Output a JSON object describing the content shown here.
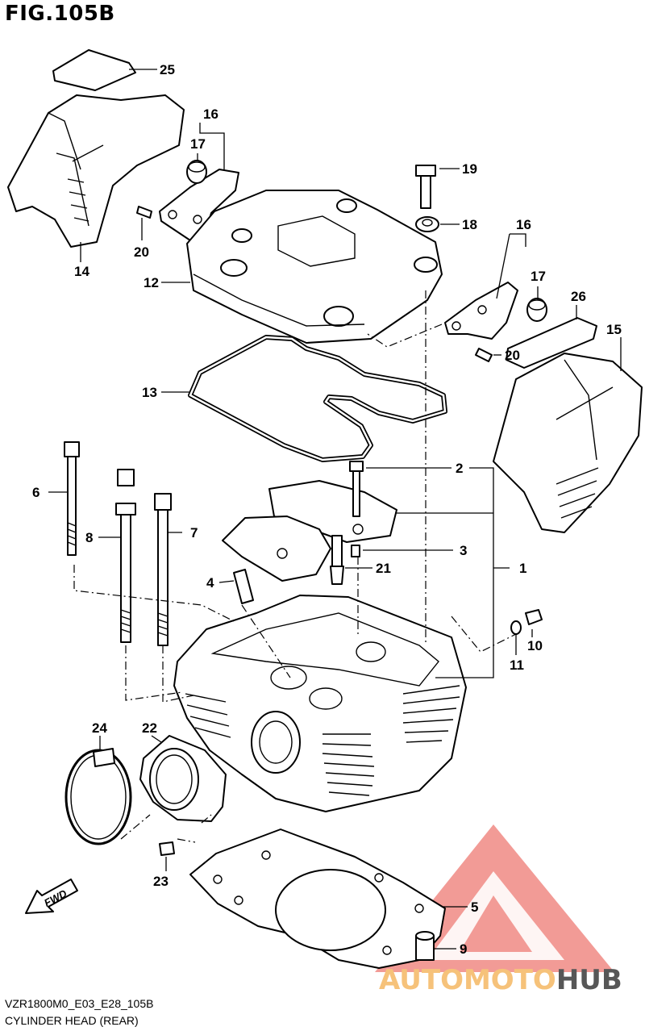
{
  "figure": {
    "title": "FIG.105B",
    "model_code": "VZR1800M0_E03_E28_105B",
    "caption": "CYLINDER HEAD (REAR)"
  },
  "callouts": [
    {
      "key": "c25",
      "label": "25"
    },
    {
      "key": "c16a",
      "label": "16"
    },
    {
      "key": "c17a",
      "label": "17"
    },
    {
      "key": "c19",
      "label": "19"
    },
    {
      "key": "c18",
      "label": "18"
    },
    {
      "key": "c16b",
      "label": "16"
    },
    {
      "key": "c17b",
      "label": "17"
    },
    {
      "key": "c26",
      "label": "26"
    },
    {
      "key": "c15",
      "label": "15"
    },
    {
      "key": "c14",
      "label": "14"
    },
    {
      "key": "c20a",
      "label": "20"
    },
    {
      "key": "c12",
      "label": "12"
    },
    {
      "key": "c20b",
      "label": "20"
    },
    {
      "key": "c13",
      "label": "13"
    },
    {
      "key": "c2",
      "label": "2"
    },
    {
      "key": "c6",
      "label": "6"
    },
    {
      "key": "c8",
      "label": "8"
    },
    {
      "key": "c7",
      "label": "7"
    },
    {
      "key": "c3",
      "label": "3"
    },
    {
      "key": "c1",
      "label": "1"
    },
    {
      "key": "c4",
      "label": "4"
    },
    {
      "key": "c21",
      "label": "21"
    },
    {
      "key": "c10",
      "label": "10"
    },
    {
      "key": "c11",
      "label": "11"
    },
    {
      "key": "c24",
      "label": "24"
    },
    {
      "key": "c22",
      "label": "22"
    },
    {
      "key": "c23",
      "label": "23"
    },
    {
      "key": "c5",
      "label": "5"
    },
    {
      "key": "c9",
      "label": "9"
    }
  ],
  "fwd_arrow": {
    "label": "FWD"
  },
  "watermark": {
    "text_part1": "AUTOMOTO",
    "text_part2": "HUB",
    "colors": {
      "triangle": "#f08a84",
      "text_part1": "#f6c27a",
      "text_part2": "#575757"
    }
  }
}
